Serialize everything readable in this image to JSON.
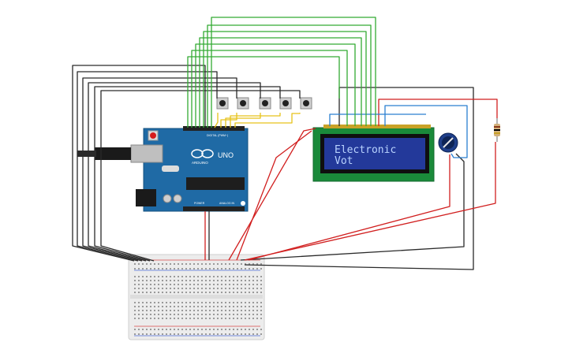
{
  "lcd": {
    "line1": "Electronic",
    "line2": "Vot"
  },
  "arduino": {
    "model_label": "UNO",
    "brand_label": "ARDUINO",
    "header_digital_label": "DIGITAL (PWM~)",
    "header_power_label": "POWER",
    "header_analog_label": "ANALOG IN"
  },
  "buttons_count": 5,
  "colors": {
    "wire_black": "#2a2a2a",
    "wire_green": "#33aa33",
    "wire_yellow": "#e6c21a",
    "wire_red": "#d11f1f",
    "wire_blue": "#2a7fd1",
    "arduino_board": "#1f6aa5",
    "lcd_board": "#1a8a3a",
    "lcd_screen": "#23399a",
    "breadboard": "#efefef"
  }
}
